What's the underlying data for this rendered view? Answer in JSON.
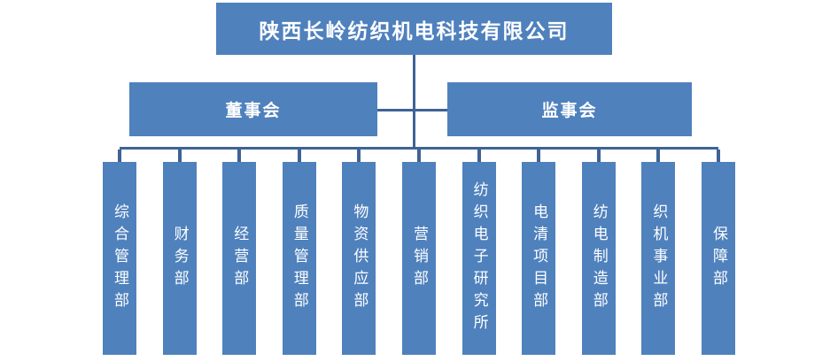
{
  "org_chart": {
    "company": "陕西长岭纺织机电科技有限公司",
    "boards": [
      {
        "label": "董事会"
      },
      {
        "label": "监事会"
      }
    ],
    "departments": [
      "综合管理部",
      "财务部",
      "经营部",
      "质量管理部",
      "物资供应部",
      "营销部",
      "纺织电子研究所",
      "电清项目部",
      "纺电制造部",
      "织机事业部",
      "保障部"
    ],
    "colors": {
      "box_fill": "#4F81BD",
      "connector": "#3E6396",
      "text": "#FFFFFF",
      "background": "#FFFFFF"
    }
  }
}
